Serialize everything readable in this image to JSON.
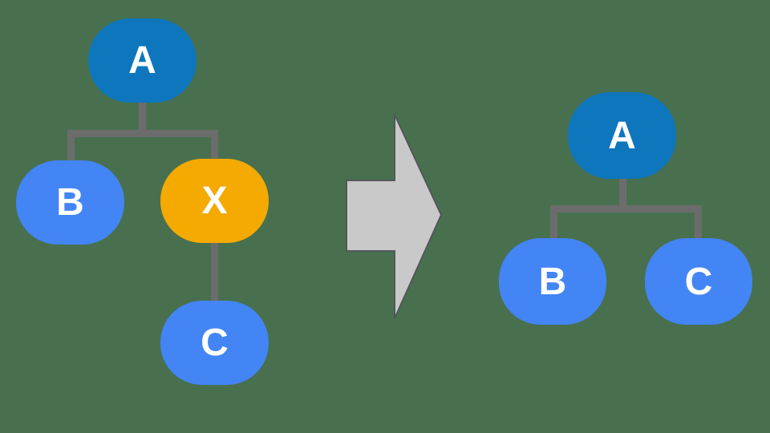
{
  "diagram": {
    "title_hidden": "",
    "left_tree": {
      "root": "A",
      "nodes": {
        "a": {
          "label": "A",
          "role": "root"
        },
        "b": {
          "label": "B",
          "role": "child"
        },
        "x": {
          "label": "X",
          "role": "highlighted-child"
        },
        "c": {
          "label": "C",
          "role": "grandchild"
        }
      },
      "edges": [
        "A-B",
        "A-X",
        "X-C"
      ]
    },
    "arrow": {
      "icon": "block-arrow-right",
      "direction": "right"
    },
    "right_tree": {
      "root": "A",
      "nodes": {
        "a": {
          "label": "A",
          "role": "root"
        },
        "b": {
          "label": "B",
          "role": "child"
        },
        "c": {
          "label": "C",
          "role": "child"
        }
      },
      "edges": [
        "A-B",
        "A-C"
      ]
    },
    "colors": {
      "background": "#48704F",
      "node_primary": "#0D76BC",
      "node_secondary": "#4385F4",
      "node_highlight": "#F4AA00",
      "node_text": "#FFFFFF",
      "connector": "#6C6C6C",
      "arrow_fill": "#C9C9C9",
      "arrow_stroke": "#54565B"
    }
  }
}
